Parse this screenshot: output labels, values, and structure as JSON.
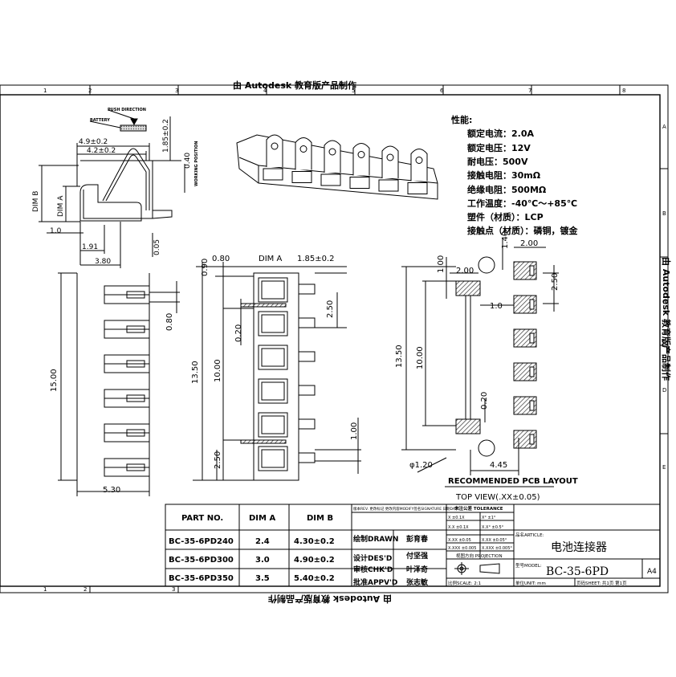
{
  "watermark": "由 Autodesk 教育版产品制作",
  "border_numbers": {
    "top": [
      "1",
      "2",
      "3",
      "4",
      "5",
      "6",
      "7",
      "8"
    ],
    "bottom": [
      "1",
      "2",
      "3"
    ],
    "right": [
      "A",
      "B",
      "C",
      "D",
      "E"
    ]
  },
  "side_view": {
    "push_direction": "PUSH DIRECTION",
    "battery": "BATTERY",
    "working_position": "WORKING POSITION",
    "dims": [
      "4.9±0.2",
      "4.2±0.2",
      "1.85±0.2",
      "0.40",
      "DIM B",
      "DIM A",
      "1.0",
      "1.91",
      "3.80",
      "0.05"
    ]
  },
  "specs": {
    "title": "性能:",
    "rows": [
      "额定电流：2.0A",
      "额定电压：12V",
      "耐电压：500V",
      "接触电阻：30mΩ",
      "绝缘电阻：500MΩ",
      "工作温度：-40℃～+85℃",
      "塑件（材质）：LCP",
      "接触点（材质）：磷铜，镀金"
    ]
  },
  "front_view": {
    "dims": [
      "15.00",
      "0.80",
      "5.30"
    ]
  },
  "top_view": {
    "dims": [
      "0.90",
      "0.80",
      "DIM A",
      "1.85±0.2",
      "2.50",
      "0.20",
      "13.50",
      "10.00",
      "2.50",
      "1.00"
    ]
  },
  "pcb_layout": {
    "dims": [
      "1.00",
      "1.40",
      "2.00",
      "2.00",
      "2.50",
      "1.0",
      "13.50",
      "10.00",
      "0.20",
      "φ1.20",
      "4.45"
    ],
    "title": "RECOMMENDED PCB LAYOUT",
    "subtitle": "TOP VIEW(.XX±0.05)"
  },
  "part_table": {
    "headers": [
      "PART NO.",
      "DIM A",
      "DIM B"
    ],
    "rows": [
      [
        "BC-35-6PD240",
        "2.4",
        "4.30±0.2"
      ],
      [
        "BC-35-6PD300",
        "3.0",
        "4.90±0.2"
      ],
      [
        "BC-35-6PD350",
        "3.5",
        "5.40±0.2"
      ]
    ]
  },
  "title_block": {
    "revision_header": "版本REV. 更改标记 更改内容MODIFY签名SIGNATURE 日期DATE",
    "roles": [
      "绘制DRAWN",
      "设计DES'D",
      "审核CHK'D",
      "批准APPV'D"
    ],
    "names": [
      "彭育春",
      "付坚强",
      "叶泽奇",
      "张志敏"
    ],
    "tolerance_title": "未注公差 TOLERANCE",
    "tolerances": [
      "X  ±0.1X",
      "X°  ±1°",
      "X.X  ±0.1X",
      "X.X°  ±0.5°",
      "X.XX  ±0.05",
      "X.XX  ±0.05°",
      "X.XXX  ±0.005",
      "X.XXX ±0.005°"
    ],
    "projection": "视图方向 PROJECTION",
    "article_label": "品名ARTICLE:",
    "article": "电池连接器",
    "model_label": "型号MODEL:",
    "model": "BC-35-6PD",
    "size": "A4",
    "scale": "比例SCALE:  2:1",
    "unit": "单位UNIT: mm",
    "sheet": "页码SHEET: 共1页 第1页"
  },
  "colors": {
    "line": "#000000",
    "background": "#ffffff",
    "hatch": "#555555",
    "paper": "#ffffff"
  }
}
